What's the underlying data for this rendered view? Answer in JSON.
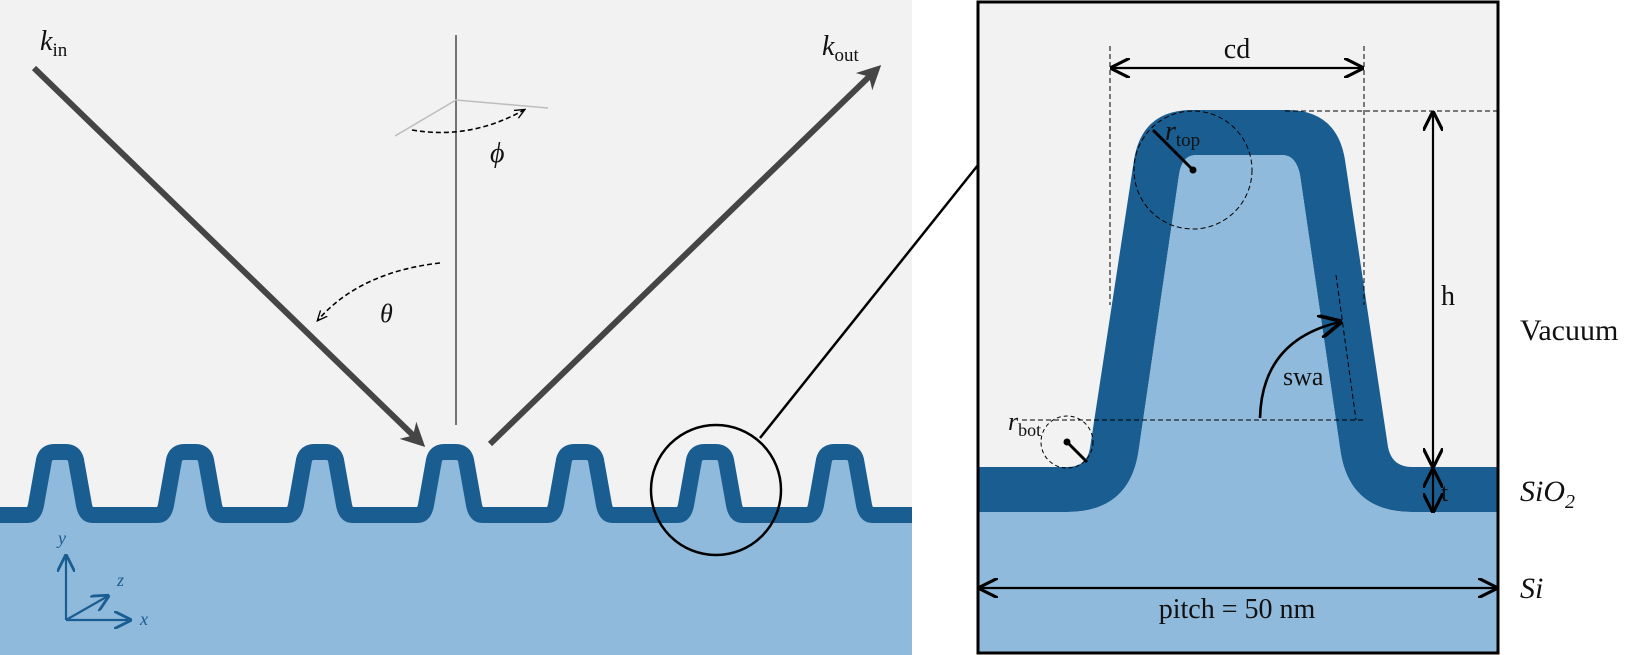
{
  "labels": {
    "k_in": "k",
    "k_in_sub": "in",
    "k_out": "k",
    "k_out_sub": "out",
    "phi": "ϕ",
    "theta": "θ",
    "cd": "cd",
    "h": "h",
    "t": "t",
    "swa": "swa",
    "r_top": "r",
    "r_top_sub": "top",
    "r_bot": "r",
    "r_bot_sub": "bot",
    "pitch": "pitch = 50 nm",
    "vacuum": "Vacuum",
    "sio2": "SiO",
    "sio2_sub": "2",
    "si": "Si",
    "axis_x": "x",
    "axis_y": "y",
    "axis_z": "z"
  },
  "colors": {
    "vacuum_bg": "#f2f2f2",
    "substrate": "#8fbadb",
    "oxide": "#1a5d91",
    "arrow": "#454545",
    "line": "#000000"
  }
}
